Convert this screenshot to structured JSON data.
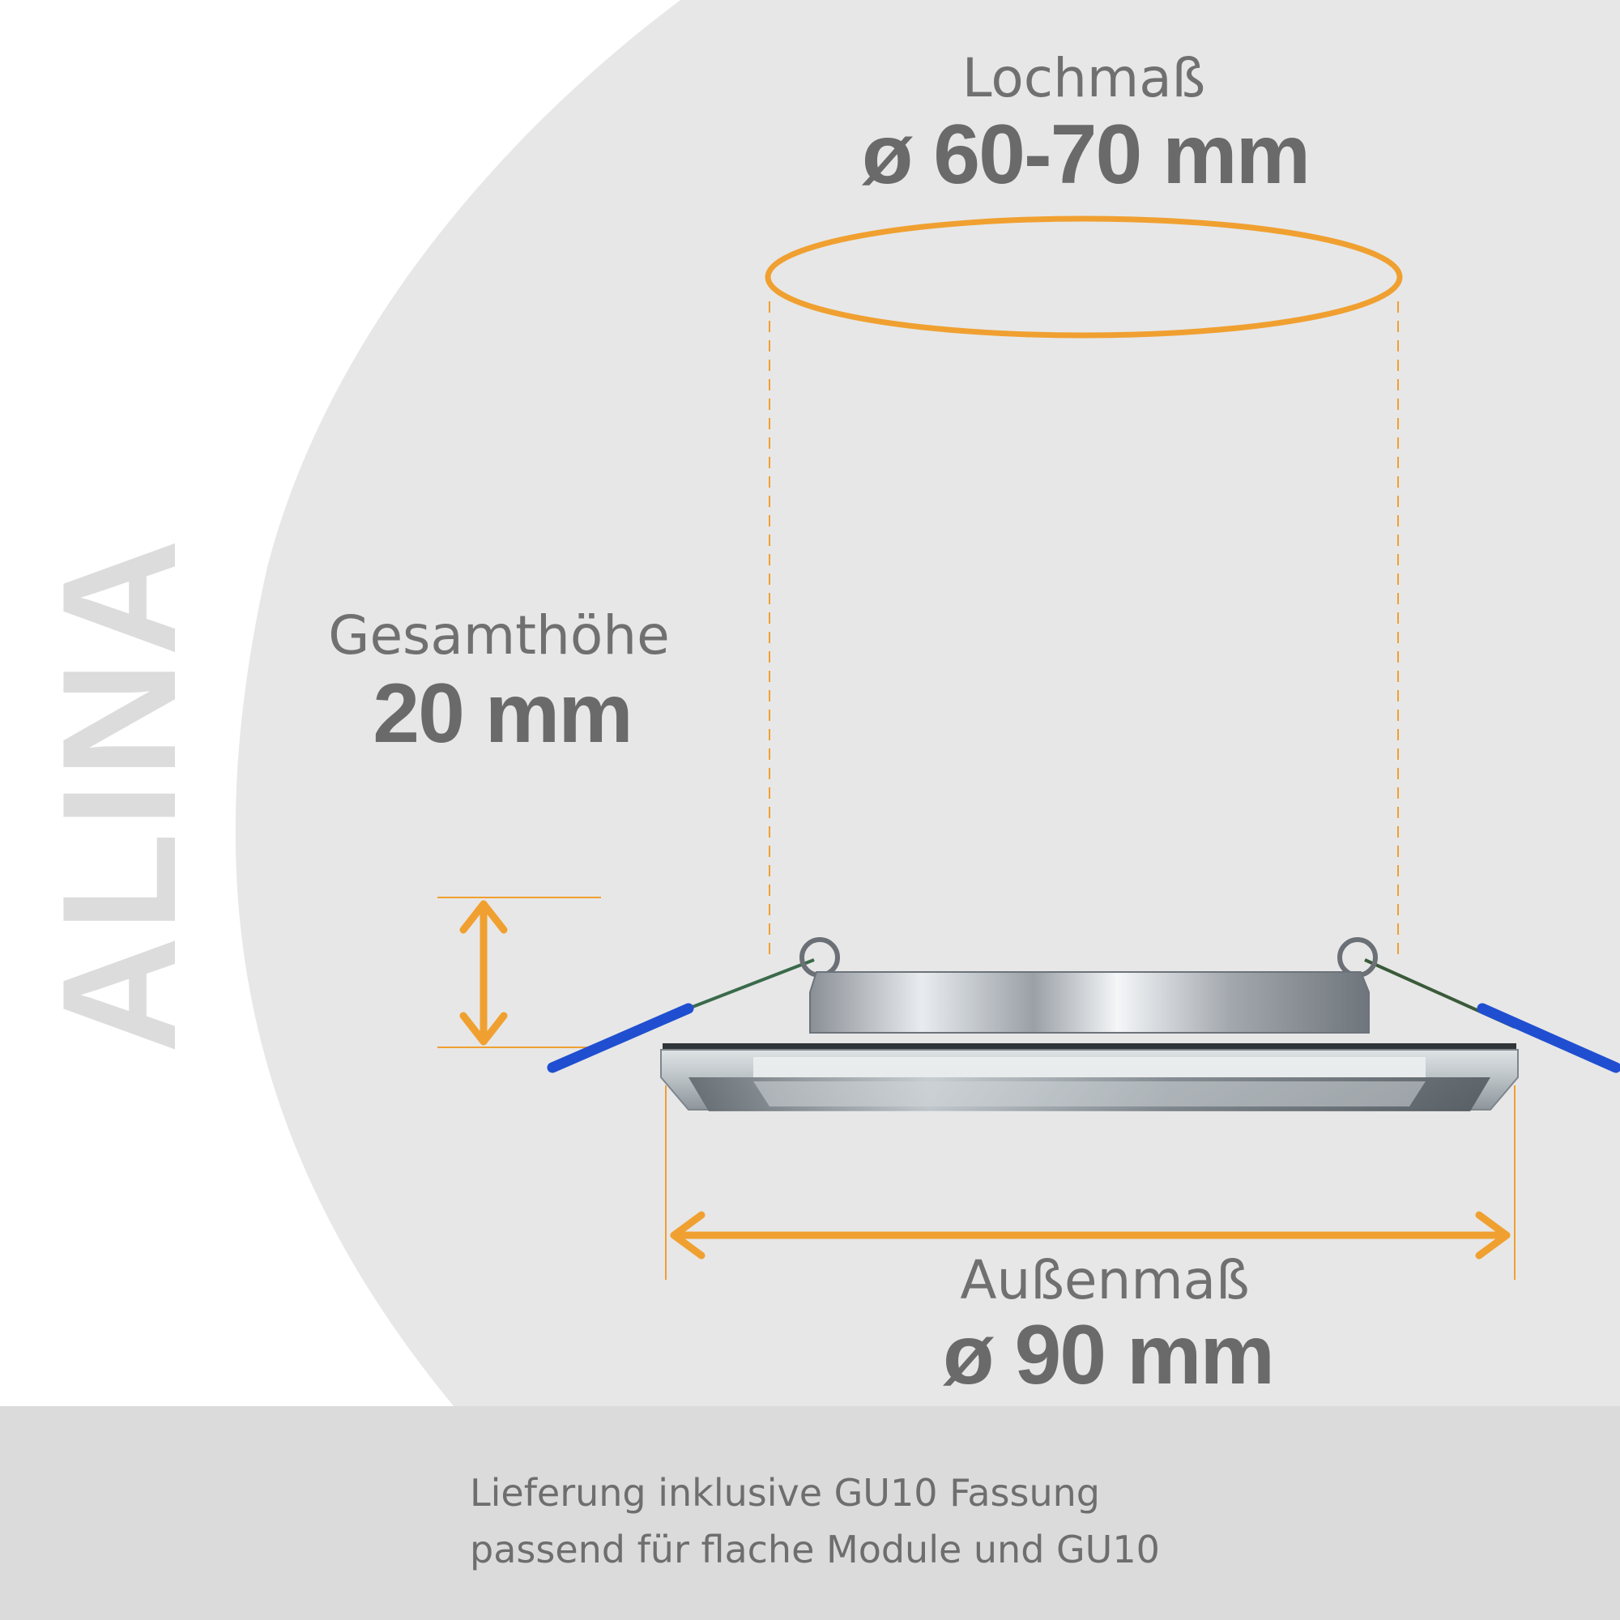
{
  "brand": "ALINA",
  "hole": {
    "label": "Lochmaß",
    "value": "ø 60-70 mm"
  },
  "height": {
    "label": "Gesamthöhe",
    "value": "20 mm"
  },
  "outer": {
    "label": "Außenmaß",
    "value": "ø 90 mm"
  },
  "footer": {
    "line1": "Lieferung inklusive GU10 Fassung",
    "line2": "passend für flache Module und GU10"
  },
  "colors": {
    "accent": "#f0a030",
    "text": "#707070",
    "background": "#e7e7e7",
    "spring_sleeve": "#1f4fd0"
  },
  "icons": [
    "gu10-socket-icon"
  ]
}
